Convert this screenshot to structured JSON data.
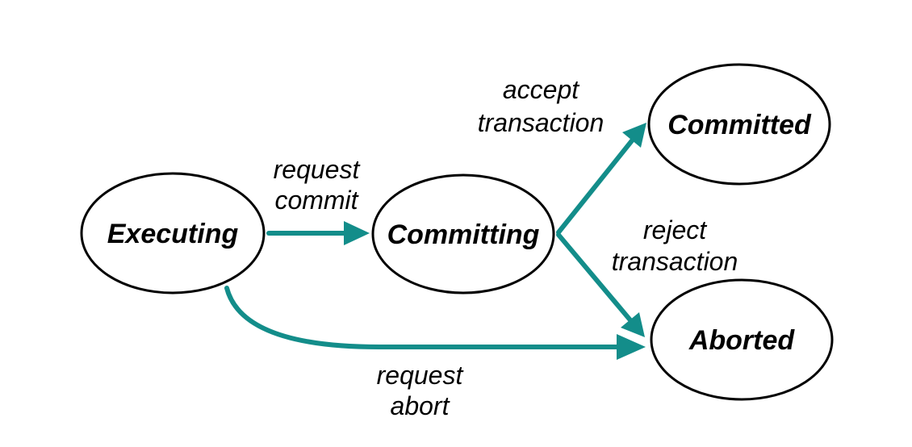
{
  "diagram": {
    "line_color": "#138d8a",
    "states": {
      "executing": "Executing",
      "committing": "Committing",
      "committed": "Committed",
      "aborted": "Aborted"
    },
    "transitions": {
      "request_commit": {
        "line1": "request",
        "line2": "commit"
      },
      "accept_transaction": {
        "line1": "accept",
        "line2": "transaction"
      },
      "reject_transaction": {
        "line1": "reject",
        "line2": "transaction"
      },
      "request_abort": {
        "line1": "request",
        "line2": "abort"
      }
    }
  }
}
